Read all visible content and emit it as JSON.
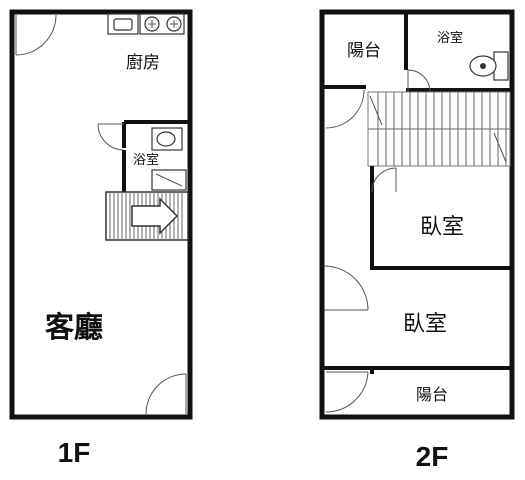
{
  "floor1": {
    "label": "1F",
    "rooms": {
      "kitchen": "廚房",
      "bathroom": "浴室",
      "living_room": "客廳"
    }
  },
  "floor2": {
    "label": "2F",
    "rooms": {
      "balcony_top": "陽台",
      "bathroom": "浴室",
      "bedroom_upper": "臥室",
      "bedroom_lower": "臥室",
      "balcony_bottom": "陽台"
    }
  }
}
